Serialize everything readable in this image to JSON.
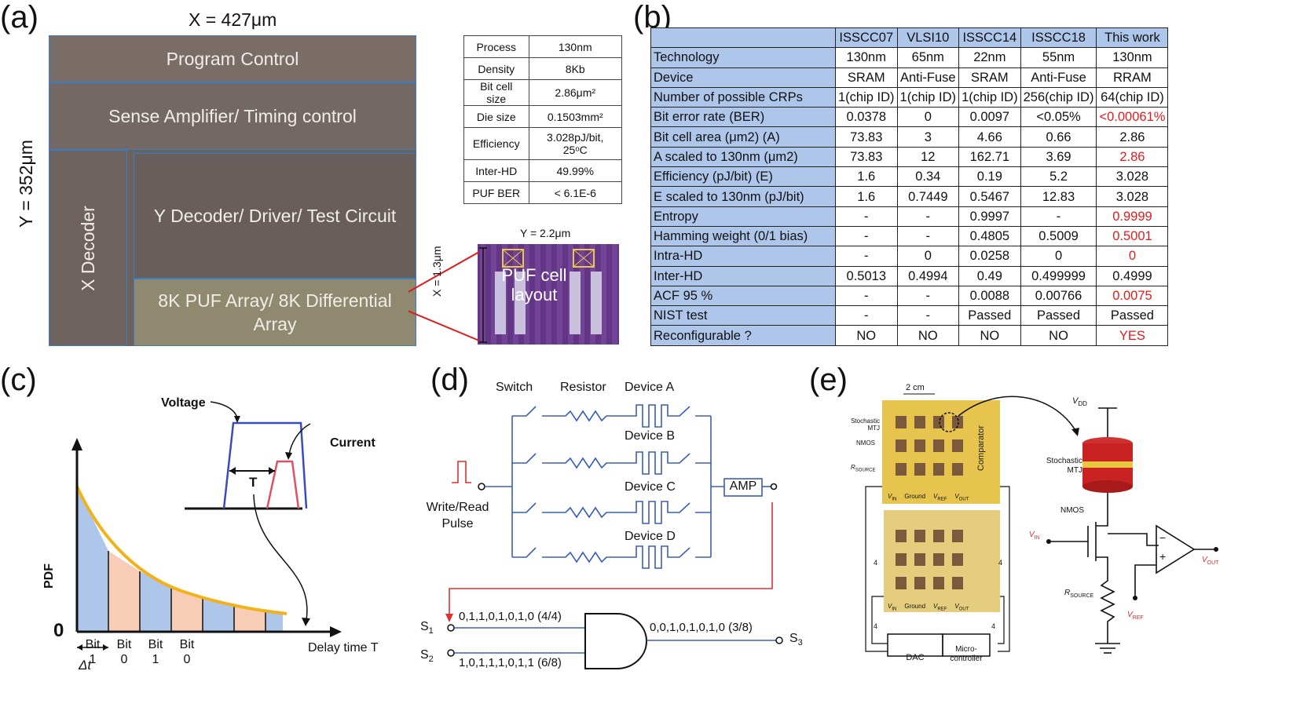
{
  "panel_a": {
    "label": "(a)",
    "x_dim": "X = 427μm",
    "y_dim": "Y = 352μm",
    "blocks": {
      "program_control": "Program Control",
      "sense_amp": "Sense Amplifier/ Timing control",
      "x_decoder": "X Decoder",
      "y_decoder": "Y Decoder/ Driver/ Test Circuit",
      "puf_array": "8K PUF Array/ 8K Differential Array"
    },
    "spec_table": [
      [
        "Process",
        "130nm"
      ],
      [
        "Density",
        "8Kb"
      ],
      [
        "Bit cell size",
        "2.86μm²"
      ],
      [
        "Die size",
        "0.1503mm²"
      ],
      [
        "Efficiency",
        "3.028pJ/bit, 25ᵒC"
      ],
      [
        "Inter-HD",
        "49.99%"
      ],
      [
        "PUF BER",
        "< 6.1E-6"
      ]
    ],
    "layout_y_dim": "Y = 2.2μm",
    "layout_x_dim": "X = 1.3μm",
    "layout_label": "PUF cell layout"
  },
  "panel_b": {
    "label": "(b)",
    "columns": [
      "",
      "ISSCC07",
      "VLSI10",
      "ISSCC14",
      "ISSCC18",
      "This work"
    ],
    "rows": [
      {
        "label": "Technology",
        "values": [
          "130nm",
          "65nm",
          "22nm",
          "55nm",
          "130nm"
        ],
        "red": false
      },
      {
        "label": "Device",
        "values": [
          "SRAM",
          "Anti-Fuse",
          "SRAM",
          "Anti-Fuse",
          "RRAM"
        ],
        "red": false
      },
      {
        "label": "Number of possible CRPs",
        "values": [
          "1(chip ID)",
          "1(chip ID)",
          "1(chip ID)",
          "256(chip ID)",
          "64(chip ID)"
        ],
        "red": false
      },
      {
        "label": "Bit error rate (BER)",
        "values": [
          "0.0378",
          "0",
          "0.0097",
          "<0.05%",
          "<0.00061%"
        ],
        "red": true
      },
      {
        "label": "Bit cell area (μm2) (A)",
        "values": [
          "73.83",
          "3",
          "4.66",
          "0.66",
          "2.86"
        ],
        "red": false
      },
      {
        "label": "A scaled to 130nm (μm2)",
        "values": [
          "73.83",
          "12",
          "162.71",
          "3.69",
          "2.86"
        ],
        "red": true
      },
      {
        "label": "Efficiency (pJ/bit) (E)",
        "values": [
          "1.6",
          "0.34",
          "0.19",
          "5.2",
          "3.028"
        ],
        "red": false
      },
      {
        "label": "E scaled to 130nm (pJ/bit)",
        "values": [
          "1.6",
          "0.7449",
          "0.5467",
          "12.83",
          "3.028"
        ],
        "red": false
      },
      {
        "label": "Entropy",
        "values": [
          "-",
          "-",
          "0.9997",
          "-",
          "0.9999"
        ],
        "red": true
      },
      {
        "label": "Hamming weight (0/1 bias)",
        "values": [
          "-",
          "-",
          "0.4805",
          "0.5009",
          "0.5001"
        ],
        "red": true
      },
      {
        "label": "Intra-HD",
        "values": [
          "-",
          "0",
          "0.0258",
          "0",
          "0"
        ],
        "red": true
      },
      {
        "label": "Inter-HD",
        "values": [
          "0.5013",
          "0.4994",
          "0.49",
          "0.499999",
          "0.4999"
        ],
        "red": false
      },
      {
        "label": "ACF 95 %",
        "values": [
          "-",
          "-",
          "0.0088",
          "0.00766",
          "0.0075"
        ],
        "red": true
      },
      {
        "label": "NIST test",
        "values": [
          "-",
          "-",
          "Passed",
          "Passed",
          "Passed"
        ],
        "red": false
      },
      {
        "label": "Reconfigurable ?",
        "values": [
          "NO",
          "NO",
          "NO",
          "NO",
          "YES"
        ],
        "red": true
      }
    ]
  },
  "panel_c": {
    "label": "(c)",
    "y_axis": "PDF",
    "origin": "0",
    "x_axis": "Delay time T",
    "delta_t": "Δt",
    "voltage": "Voltage",
    "current": "Current",
    "t_label": "T",
    "bits": [
      {
        "word": "Bit",
        "value": "1"
      },
      {
        "word": "Bit",
        "value": "0"
      },
      {
        "word": "Bit",
        "value": "1"
      },
      {
        "word": "Bit",
        "value": "0"
      }
    ],
    "colors": {
      "blue": "#aec6ea",
      "pink": "#f7cdb8",
      "curve": "#f2b21b"
    }
  },
  "panel_d": {
    "label": "(d)",
    "switch": "Switch",
    "resistor": "Resistor",
    "devices": [
      "Device A",
      "Device B",
      "Device C",
      "Device D"
    ],
    "pulse_line1": "Write/Read",
    "pulse_line2": "Pulse",
    "amp": "AMP",
    "s1": "S",
    "s1_sub": "1",
    "s2": "S",
    "s2_sub": "2",
    "s3": "S",
    "s3_sub": "3",
    "s1_bits": "0,1,1,0,1,0,1,0 (4/4)",
    "s2_bits": "1,0,1,1,1,0,1,1 (6/8)",
    "s3_bits": "0,0,1,0,1,0,1,0 (3/8)"
  },
  "panel_e": {
    "label": "(e)",
    "scale": "2 cm",
    "stochastic_mtj_left": "Stochastic MTJ",
    "nmos_left": "NMOS",
    "rsource_left": "R",
    "rsource_sub": "SOURCE",
    "comparator": "Comparator",
    "pins": [
      "V",
      "Ground",
      "V",
      "V"
    ],
    "pin_subs": [
      "IN",
      "",
      "REF",
      "OUT"
    ],
    "bus_width": "4",
    "dac": "DAC",
    "micro_line1": "Micro-",
    "micro_line2": "controller",
    "vdd": "V",
    "vdd_sub": "DD",
    "stochastic_mtj_right": "Stochastic MTJ",
    "nmos_right": "NMOS",
    "vin": "V",
    "vin_sub": "IN",
    "rsource_right": "R",
    "vref": "V",
    "vref_sub": "REF",
    "vout": "V",
    "vout_sub": "OUT",
    "minus": "−",
    "plus": "+"
  }
}
